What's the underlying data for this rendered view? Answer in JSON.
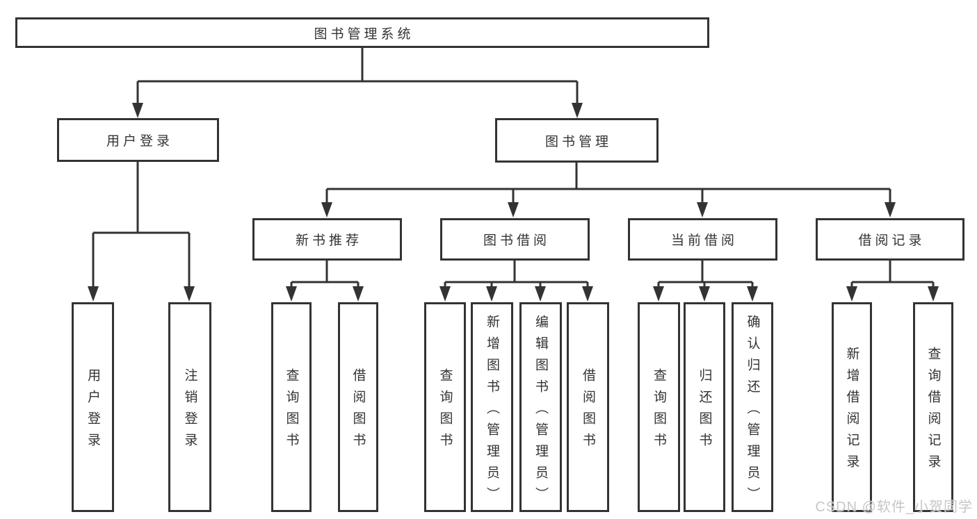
{
  "tree": {
    "label": "图书管理系统",
    "children": [
      {
        "label": "用户登录",
        "children": [
          {
            "label": "用户登录"
          },
          {
            "label": "注销登录"
          }
        ]
      },
      {
        "label": "图书管理",
        "children": [
          {
            "label": "新书推荐",
            "children": [
              {
                "label": "查询图书"
              },
              {
                "label": "借阅图书"
              }
            ]
          },
          {
            "label": "图书借阅",
            "children": [
              {
                "label": "查询图书"
              },
              {
                "label": "新增图书（管理员）"
              },
              {
                "label": "编辑图书（管理员）"
              },
              {
                "label": "借阅图书"
              }
            ]
          },
          {
            "label": "当前借阅",
            "children": [
              {
                "label": "查询图书"
              },
              {
                "label": "归还图书"
              },
              {
                "label": "确认归还（管理员）"
              }
            ]
          },
          {
            "label": "借阅记录",
            "children": [
              {
                "label": "新增借阅记录"
              },
              {
                "label": "查询借阅记录"
              }
            ]
          }
        ]
      }
    ]
  },
  "watermark": {
    "text": "CSDN @软件_小贺同学"
  },
  "colors": {
    "line": "#333333",
    "node_border": "#333333",
    "node_text": "#333333",
    "background": "#ffffff",
    "watermark_text": "#c6c6c6"
  }
}
